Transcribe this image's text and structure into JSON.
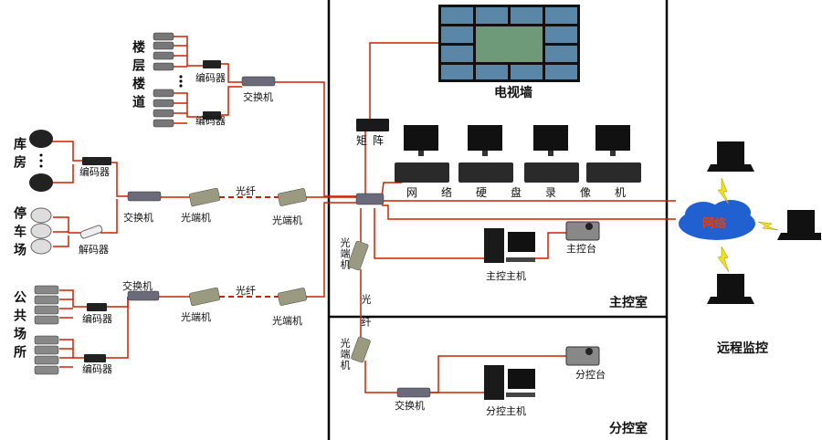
{
  "zones": {
    "main_room": "主控室",
    "sub_room": "分控室",
    "remote": "远程监控",
    "network_cloud": "网络"
  },
  "sources": {
    "stairwell": "楼层楼道",
    "garage": "库房",
    "parking": "停车场",
    "public": "公共场所"
  },
  "labels": {
    "encoder": "编码器",
    "decoder": "解码器",
    "switch": "交换机",
    "optical_transceiver": "光端机",
    "fiber": "光纤",
    "matrix": "矩阵",
    "video_wall": "电视墙",
    "nvr": "网络硬盘录像机",
    "main_host": "主控主机",
    "main_console": "主控台",
    "sub_host": "分控主机",
    "sub_console": "分控台"
  },
  "colors": {
    "cable": "#cc2200",
    "frame": "#000000",
    "cloud": "#2060d0",
    "lightning": "#f0e020"
  },
  "icons": [
    "camera-icon",
    "dome-camera-icon",
    "encoder-icon",
    "switch-icon",
    "transceiver-icon",
    "monitor-icon",
    "nvr-icon",
    "pc-icon",
    "console-icon",
    "laptop-icon",
    "cloud-icon",
    "lightning-icon",
    "video-wall-icon",
    "matrix-icon"
  ]
}
